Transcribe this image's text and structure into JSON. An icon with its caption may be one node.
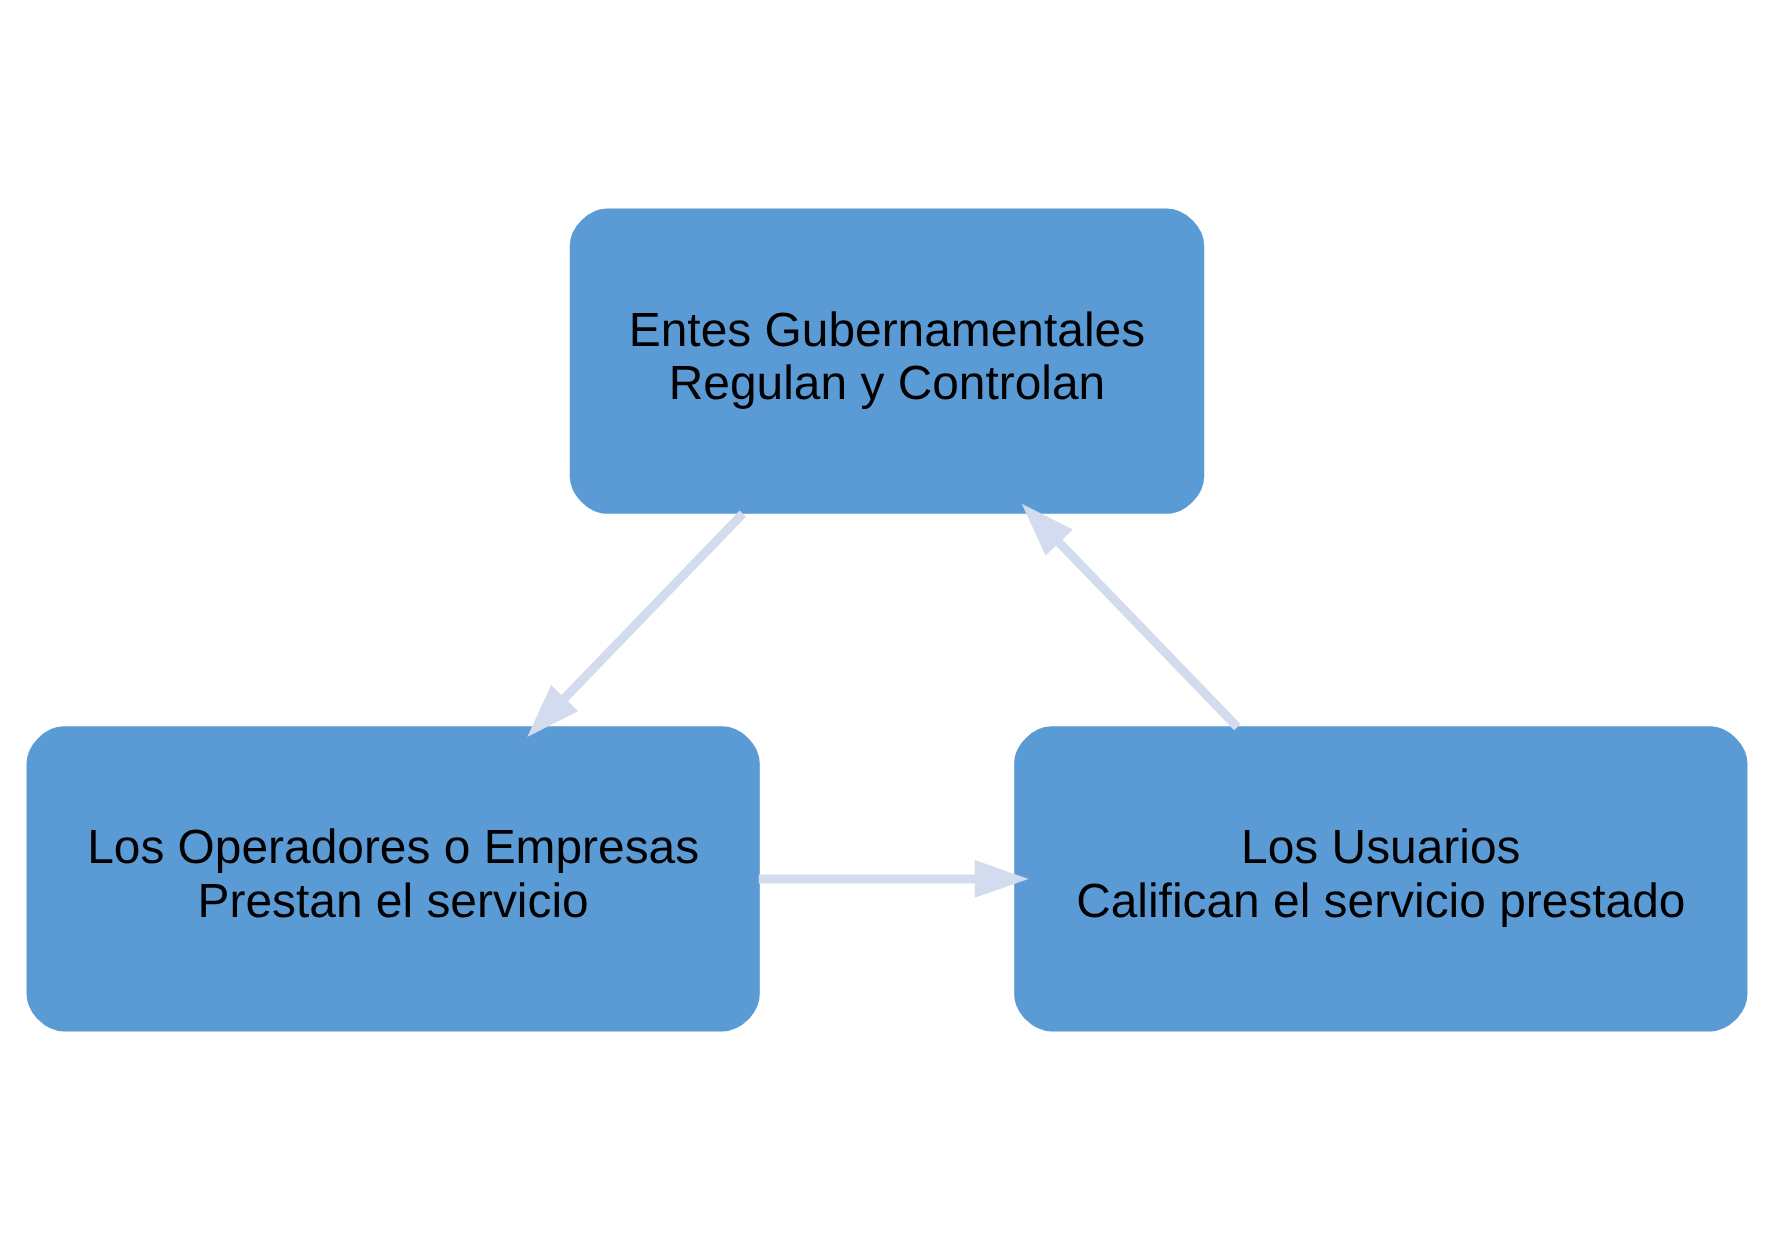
{
  "diagram": {
    "nodes": [
      {
        "text": [
          "Entes Gubernamentales",
          "Regulan y Controlan"
        ]
      },
      {
        "text": [
          "Los Operadores o Empresas",
          "Prestan el servicio"
        ]
      },
      {
        "text": [
          "Los Usuarios",
          "Califican el servicio prestado"
        ]
      }
    ],
    "edges": [
      {
        "from": 0,
        "to": 1,
        "arrow": "to"
      },
      {
        "from": 1,
        "to": 2,
        "arrow": "to"
      },
      {
        "from": 2,
        "to": 0,
        "arrow": "to"
      }
    ]
  }
}
